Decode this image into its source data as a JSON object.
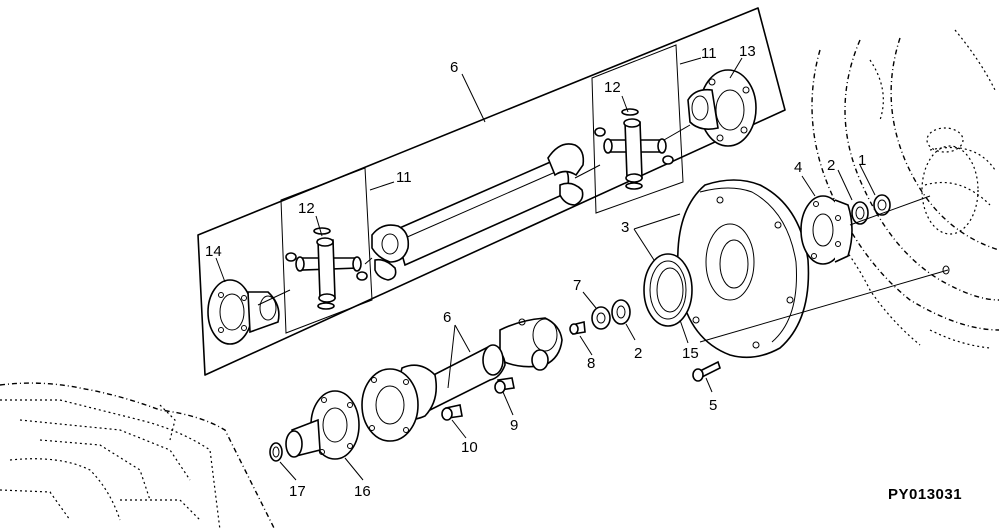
{
  "figure_reference": "PY013031",
  "callouts": {
    "c1": "1",
    "c2a": "2",
    "c2b": "2",
    "c3": "3",
    "c4": "4",
    "c5": "5",
    "c6a": "6",
    "c6b": "6",
    "c7": "7",
    "c8": "8",
    "c9": "9",
    "c10": "10",
    "c11a": "11",
    "c11b": "11",
    "c12a": "12",
    "c12b": "12",
    "c13": "13",
    "c14": "14",
    "c15": "15",
    "c16": "16",
    "c17": "17"
  },
  "icons": {
    "drive_shaft": "drive-shaft-assembly-icon",
    "universal_joint": "universal-joint-icon",
    "flywheel": "flywheel-icon",
    "coupling_plate": "coupling-plate-icon",
    "transmission_housing": "transmission-housing-icon"
  }
}
